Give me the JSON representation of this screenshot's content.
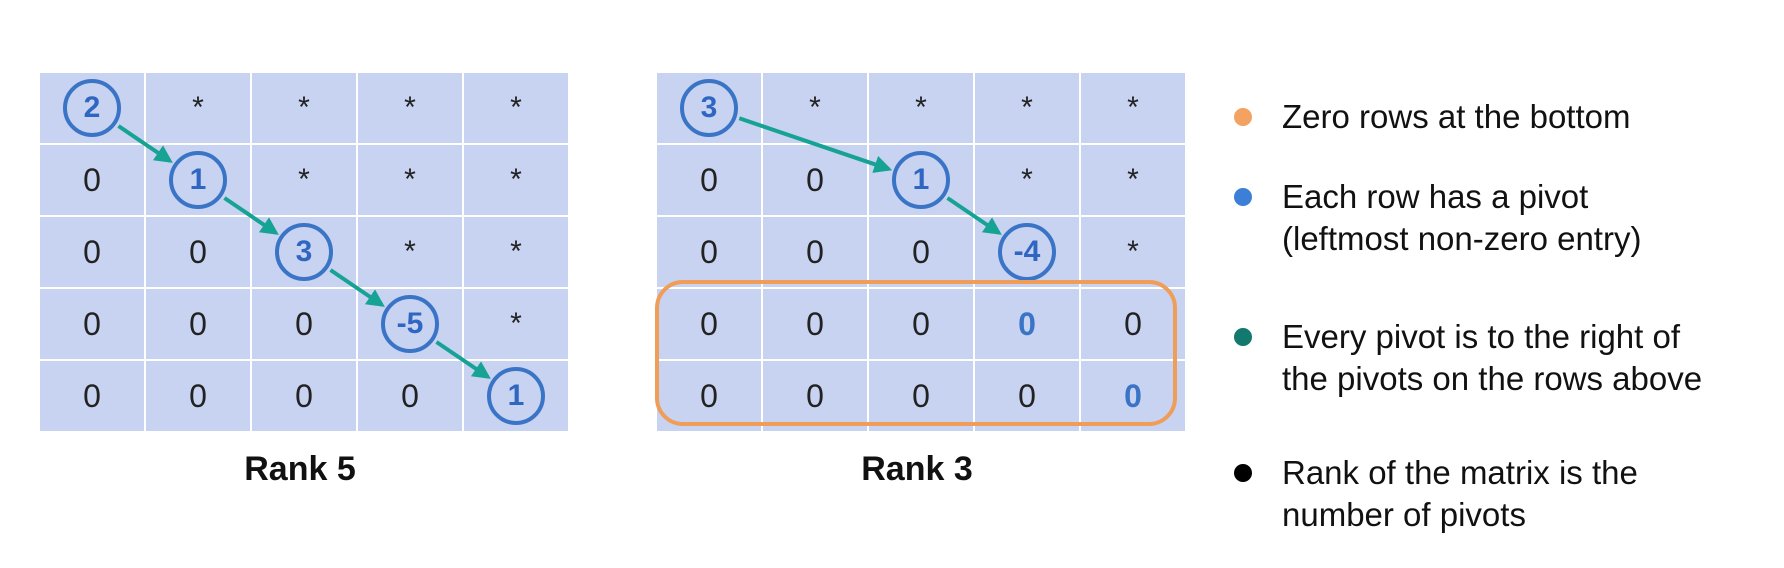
{
  "matrices": [
    {
      "caption": "Rank 5",
      "cells": [
        [
          "2",
          "*",
          "*",
          "*",
          "*"
        ],
        [
          "0",
          "1",
          "*",
          "*",
          "*"
        ],
        [
          "0",
          "0",
          "3",
          "*",
          "*"
        ],
        [
          "0",
          "0",
          "0",
          "-5",
          "*"
        ],
        [
          "0",
          "0",
          "0",
          "0",
          "1"
        ]
      ],
      "pivots": [
        [
          0,
          0
        ],
        [
          1,
          1
        ],
        [
          2,
          2
        ],
        [
          3,
          3
        ],
        [
          4,
          4
        ]
      ],
      "highlighted_zeros": []
    },
    {
      "caption": "Rank 3",
      "cells": [
        [
          "3",
          "*",
          "*",
          "*",
          "*"
        ],
        [
          "0",
          "0",
          "1",
          "*",
          "*"
        ],
        [
          "0",
          "0",
          "0",
          "-4",
          "*"
        ],
        [
          "0",
          "0",
          "0",
          "0",
          "0"
        ],
        [
          "0",
          "0",
          "0",
          "0",
          "0"
        ]
      ],
      "pivots": [
        [
          0,
          0
        ],
        [
          1,
          2
        ],
        [
          2,
          3
        ]
      ],
      "highlighted_zeros": [
        [
          3,
          3
        ],
        [
          4,
          4
        ]
      ]
    }
  ],
  "legend": [
    {
      "text": "Zero rows at the bottom",
      "color": "#f4a261"
    },
    {
      "text": "Each row has a pivot\n(leftmost non-zero entry)",
      "color": "#3b7fd6"
    },
    {
      "text": "Every pivot is to the right of\nthe pivots on the rows above",
      "color": "#13786e"
    },
    {
      "text": "Rank of the matrix is the\nnumber of pivots",
      "color": "#000000"
    }
  ],
  "colors": {
    "cell": "#c8d2f1",
    "pivot_ring": "#3a74c6",
    "arrow": "#16a394",
    "zero_box": "#ef9d57"
  }
}
